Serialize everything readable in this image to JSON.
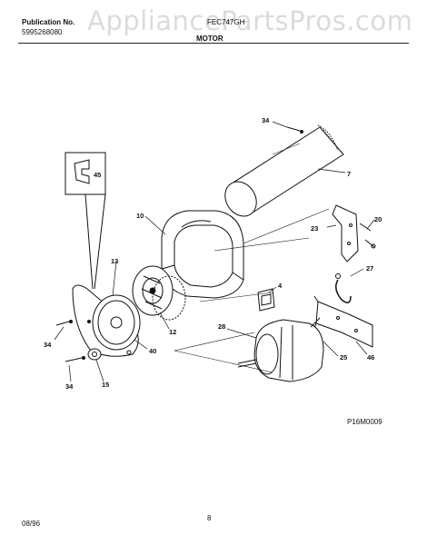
{
  "watermark": "AppliancePartsPros.com",
  "header": {
    "publication_label": "Publication No.",
    "publication_number": "5995268080",
    "model": "FEC747GH",
    "section_title": "MOTOR"
  },
  "figure_code": "P16M0009",
  "footer": {
    "date": "08/96",
    "page": "8"
  },
  "callouts": {
    "c34_top": "34",
    "c7": "7",
    "c45": "45",
    "c10": "10",
    "c23": "23",
    "c20": "20",
    "c13": "13",
    "c27": "27",
    "c4": "4",
    "c12": "12",
    "c28": "28",
    "c34_mid": "34",
    "c40": "40",
    "c25": "25",
    "c46": "46",
    "c34_bot": "34",
    "c15": "15"
  }
}
